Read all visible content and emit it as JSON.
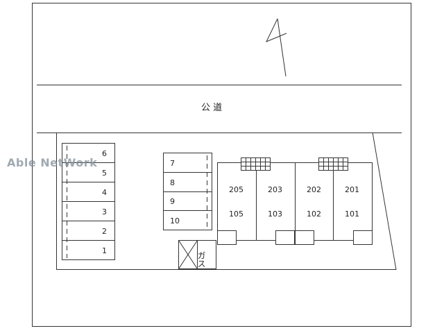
{
  "road": {
    "label": "公 道"
  },
  "watermark": {
    "text": "Able NetWork"
  },
  "parking_left": {
    "spaces": [
      "6",
      "5",
      "4",
      "3",
      "2",
      "1"
    ]
  },
  "parking_center": {
    "spaces": [
      "7",
      "8",
      "9",
      "10"
    ]
  },
  "gas": {
    "label": "ガス"
  },
  "building": {
    "units": [
      {
        "upper": "205",
        "lower": "105"
      },
      {
        "upper": "203",
        "lower": "103"
      },
      {
        "upper": "202",
        "lower": "102"
      },
      {
        "upper": "201",
        "lower": "101"
      }
    ]
  }
}
